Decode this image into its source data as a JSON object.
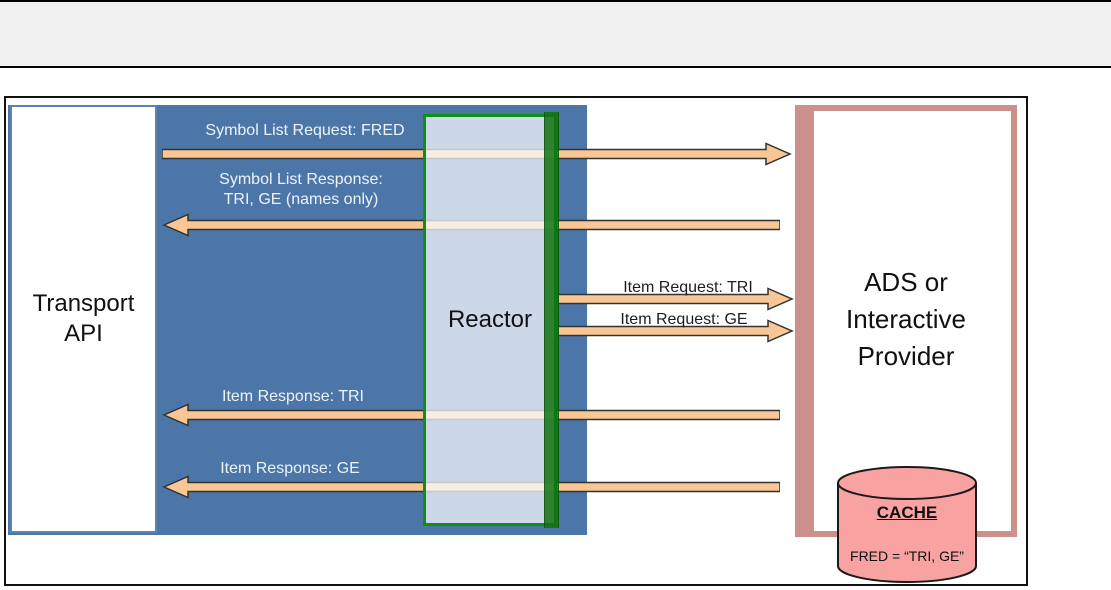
{
  "diagram": {
    "transport_box": {
      "label_line1": "Transport",
      "label_line2": "API"
    },
    "reactor": {
      "label": "Reactor"
    },
    "provider": {
      "label_line1": "ADS or",
      "label_line2": "Interactive",
      "label_line3": "Provider"
    },
    "cache": {
      "title": "CACHE",
      "entry": "FRED = “TRI, GE”"
    },
    "messages": [
      {
        "id": "symbol-list-request",
        "label": "Symbol List Request: FRED",
        "direction": "right"
      },
      {
        "id": "symbol-list-response",
        "label_line1": "Symbol List Response:",
        "label_line2": "TRI, GE (names only)",
        "direction": "left"
      },
      {
        "id": "item-request-tri",
        "label": "Item Request: TRI",
        "direction": "right"
      },
      {
        "id": "item-request-ge",
        "label": "Item Request: GE",
        "direction": "right"
      },
      {
        "id": "item-response-tri",
        "label": "Item Response: TRI",
        "direction": "left"
      },
      {
        "id": "item-response-ge",
        "label": "Item Response: GE",
        "direction": "left"
      }
    ],
    "colors": {
      "band_blue": "#4d76a8",
      "reactor_border_green": "#0c9113",
      "pipe_green": "#107210",
      "arrow_peach": "#f8c795",
      "arrow_outline": "#333333",
      "provider_pink": "#cc908d",
      "cache_pink": "#f9a2a2",
      "top_strip_gray": "#f0f0f0"
    }
  }
}
